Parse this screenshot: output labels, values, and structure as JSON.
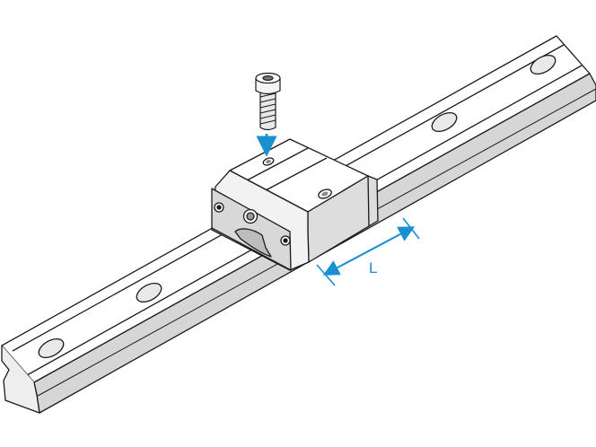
{
  "dimension": {
    "label": "L",
    "color": "#1a8fd1"
  },
  "insert_arrow": {
    "color": "#1a8fd1"
  },
  "parts": {
    "rail": "linear-guide-rail",
    "carriage": "linear-guide-carriage",
    "screw": "socket-head-cap-screw"
  },
  "colors": {
    "line": "#1a1a1a",
    "face": "#ffffff",
    "shade_light": "#eeeeee",
    "shade_mid": "#d6d6d6",
    "shade_dark": "#b8b8b8"
  }
}
